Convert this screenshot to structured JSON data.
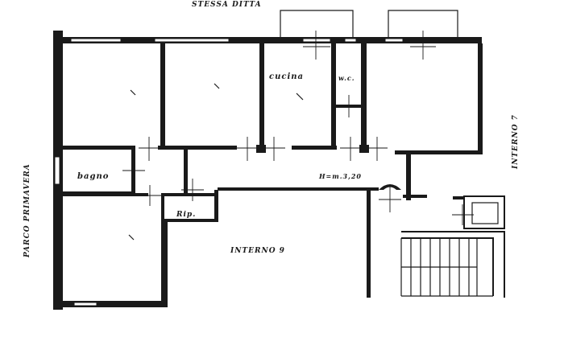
{
  "labels": {
    "top": "STESSA DITTA",
    "left": "PARCO PRIMAVERA",
    "right": "INTERNO 7",
    "center": "INTERNO 9",
    "bagno": "bagno",
    "cucina": "cucina",
    "wc": "w.c.",
    "rip": "Rip.",
    "height": "H=m.3,20"
  },
  "colors": {
    "ink": "#1a1a1a",
    "paper": "#ffffff"
  }
}
